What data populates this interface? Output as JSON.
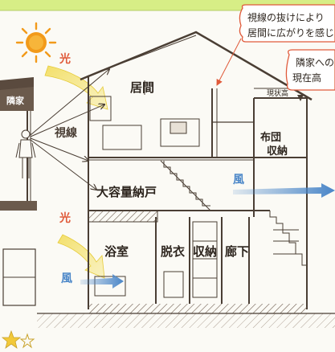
{
  "callout_view": [
    "視線の抜けにより",
    "居間に広がりを感じ"
  ],
  "callout_neighbor": [
    "隣家への",
    "現在高"
  ],
  "label_current_height": "現状高",
  "label_neighbor": "隣家",
  "label_light": "光",
  "label_sightline": "視線",
  "label_wind": "風",
  "rooms": {
    "living": "居間",
    "futon_storage": [
      "布団",
      "収納"
    ],
    "big_storage": "大容量納戸",
    "bath": "浴室",
    "dressing": "脱衣",
    "storage": "収納",
    "hall": "廊下"
  },
  "colors": {
    "top_band": "#d7ee86",
    "arrow_wind": "#4a86c8",
    "light_arrow": "#f2dc5a",
    "callout_border": "#e05a3a",
    "sun": "#f29a1a",
    "ink": "#4a3e34"
  }
}
